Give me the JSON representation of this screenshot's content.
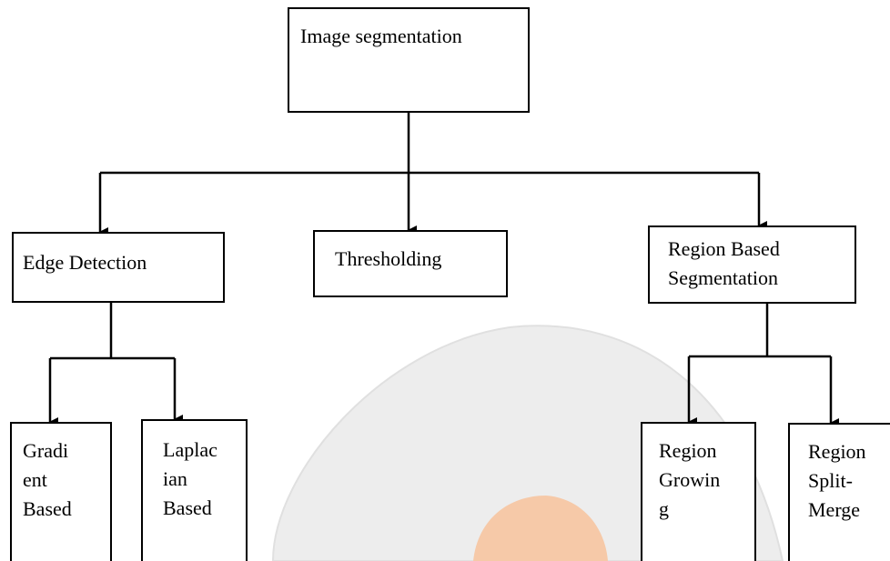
{
  "nodes": {
    "root": {
      "label": "Image segmentation"
    },
    "edge_detection": {
      "label": "Edge Detection"
    },
    "thresholding": {
      "label": "Thresholding"
    },
    "region_based": {
      "label": "Region Based\nSegmentation"
    },
    "gradient_based": {
      "label": "Gradi\nent\nBased"
    },
    "laplacian_based": {
      "label": "Laplac\nian\nBased"
    },
    "region_growing": {
      "label": "Region\nGrowin\ng"
    },
    "region_split_merge": {
      "label": "Region\nSplit-\nMerge"
    }
  },
  "edges": [
    {
      "from": "root",
      "to": "edge_detection"
    },
    {
      "from": "root",
      "to": "thresholding"
    },
    {
      "from": "root",
      "to": "region_based"
    },
    {
      "from": "edge_detection",
      "to": "gradient_based"
    },
    {
      "from": "edge_detection",
      "to": "laplacian_based"
    },
    {
      "from": "region_based",
      "to": "region_growing"
    },
    {
      "from": "region_based",
      "to": "region_split_merge"
    }
  ],
  "colors": {
    "stroke": "#000000",
    "background": "#ffffff",
    "watermark_gray": "#e8e8e8",
    "watermark_orange": "#f6c9a8"
  }
}
